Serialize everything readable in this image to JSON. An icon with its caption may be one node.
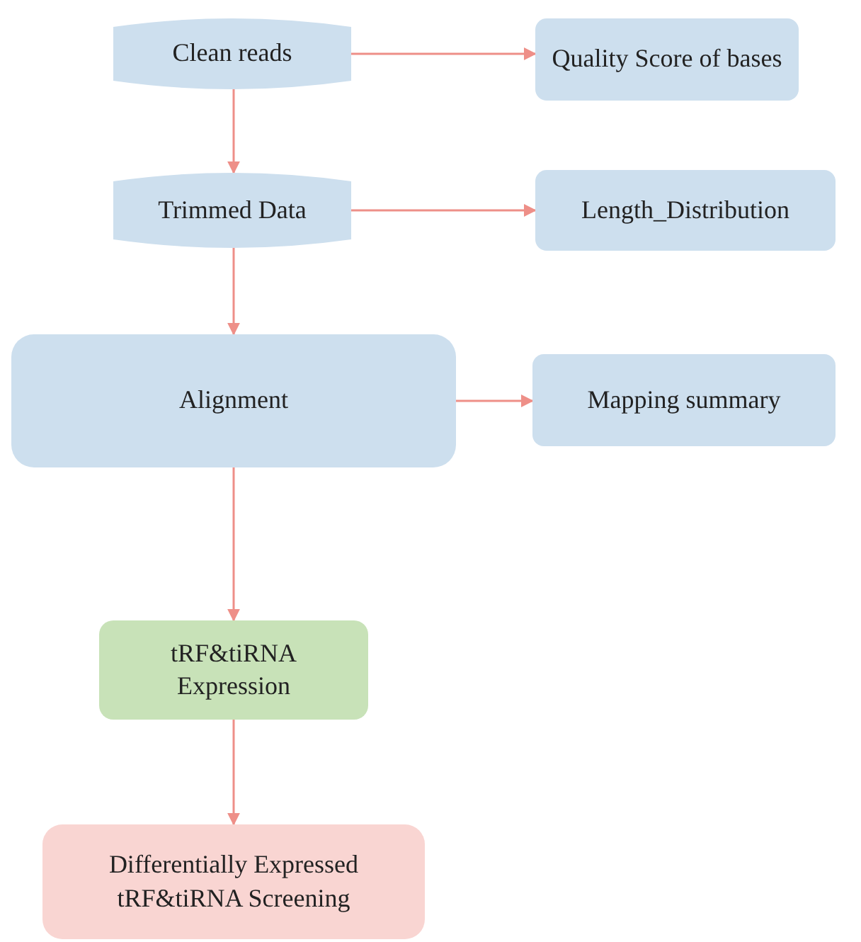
{
  "diagram": {
    "nodes": [
      {
        "text": [
          "Clean reads"
        ]
      },
      {
        "text": [
          "Quality Score of bases"
        ]
      },
      {
        "text": [
          "Trimmed Data"
        ]
      },
      {
        "text": [
          "Length_Distribution"
        ]
      },
      {
        "text": [
          "Alignment"
        ]
      },
      {
        "text": [
          "Mapping summary"
        ]
      },
      {
        "text": [
          "tRF&tiRNA Expression"
        ]
      },
      {
        "text": [
          "Differentially Expressed tRF&tiRNA Screening"
        ]
      }
    ],
    "edges": [
      {
        "from": 0,
        "to": 1,
        "arrow": "to"
      },
      {
        "from": 0,
        "to": 2,
        "arrow": "to"
      },
      {
        "from": 2,
        "to": 3,
        "arrow": "to"
      },
      {
        "from": 2,
        "to": 4,
        "arrow": "to"
      },
      {
        "from": 4,
        "to": 5,
        "arrow": "to"
      },
      {
        "from": 4,
        "to": 6,
        "arrow": "to"
      },
      {
        "from": 6,
        "to": 7,
        "arrow": "to"
      }
    ]
  }
}
